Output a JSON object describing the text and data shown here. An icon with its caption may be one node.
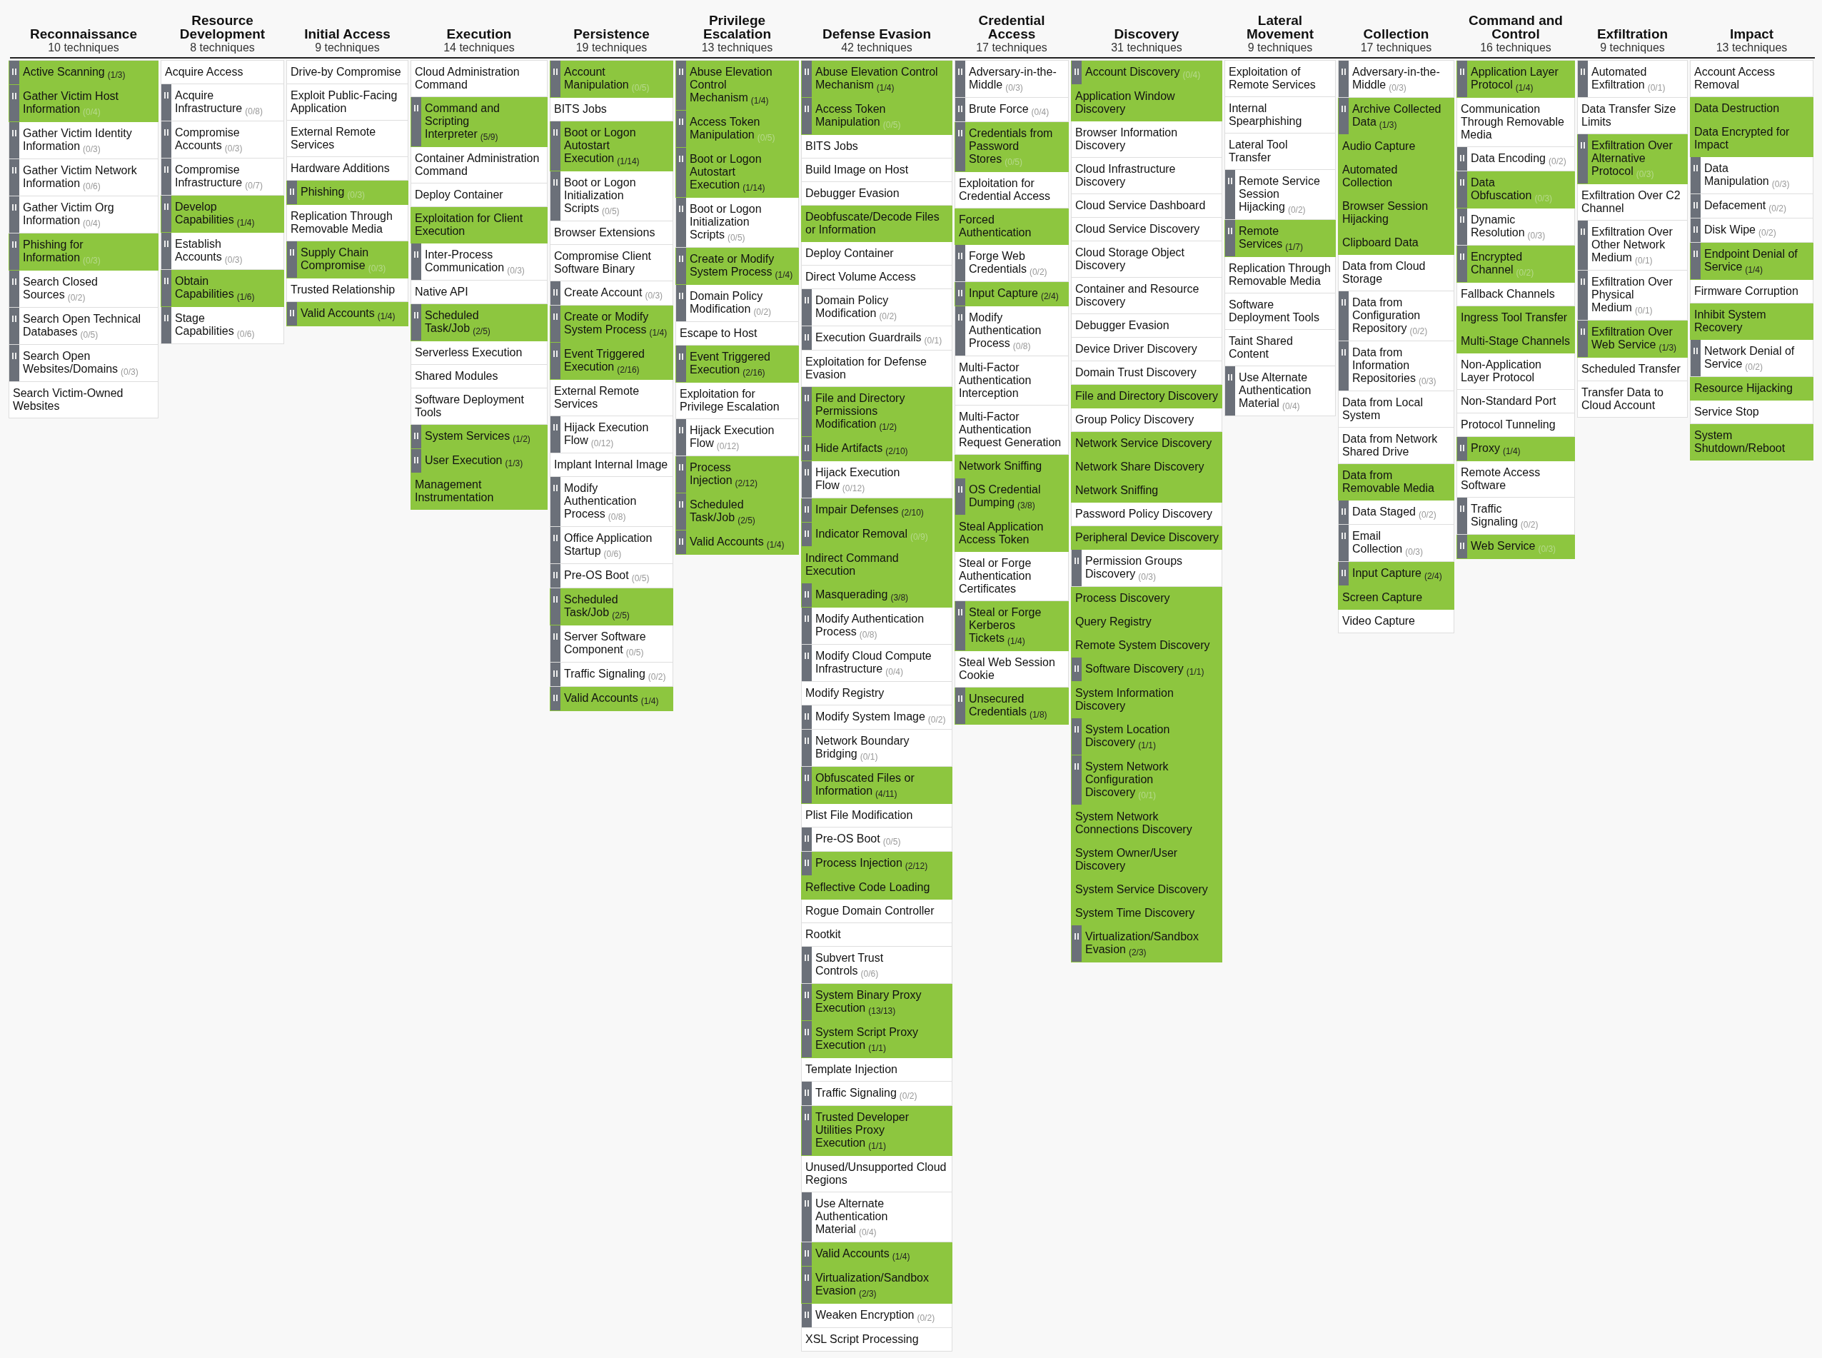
{
  "diagram": {
    "nodes": [
      {
        "text": [
          "Reconnaissance",
          "10 techniques"
        ]
      },
      {
        "text": [
          "Active Scanning",
          "(1/3)"
        ],
        "in": 0
      },
      {
        "text": [
          "Gather Victim Host Information",
          "(0/4)"
        ],
        "in": 0
      },
      {
        "text": [
          "Gather Victim Identity Information",
          "(0/3)"
        ],
        "in": 0
      },
      {
        "text": [
          "Gather Victim Network Information",
          "(0/6)"
        ],
        "in": 0
      },
      {
        "text": [
          "Gather Victim Org Information",
          "(0/4)"
        ],
        "in": 0
      },
      {
        "text": [
          "Phishing for Information",
          "(0/3)"
        ],
        "in": 0
      },
      {
        "text": [
          "Search Closed Sources",
          "(0/2)"
        ],
        "in": 0
      },
      {
        "text": [
          "Search Open Technical Databases",
          "(0/5)"
        ],
        "in": 0
      },
      {
        "text": [
          "Search Open Websites/Domains",
          "(0/3)"
        ],
        "in": 0
      },
      {
        "text": [
          "Search Victim-Owned Websites"
        ],
        "in": 0
      },
      {
        "text": [
          "Resource Development",
          "8 techniques"
        ]
      },
      {
        "text": [
          "Acquire Access"
        ],
        "in": 11
      },
      {
        "text": [
          "Acquire Infrastructure",
          "(0/8)"
        ],
        "in": 11
      },
      {
        "text": [
          "Compromise Accounts",
          "(0/3)"
        ],
        "in": 11
      },
      {
        "text": [
          "Compromise Infrastructure",
          "(0/7)"
        ],
        "in": 11
      },
      {
        "text": [
          "Develop Capabilities",
          "(1/4)"
        ],
        "in": 11
      },
      {
        "text": [
          "Establish Accounts",
          "(0/3)"
        ],
        "in": 11
      },
      {
        "text": [
          "Obtain Capabilities",
          "(1/6)"
        ],
        "in": 11
      },
      {
        "text": [
          "Stage Capabilities",
          "(0/6)"
        ],
        "in": 11
      },
      {
        "text": [
          "Initial Access",
          "9 techniques"
        ]
      },
      {
        "text": [
          "Drive-by Compromise"
        ],
        "in": 20
      },
      {
        "text": [
          "Exploit Public-Facing Application"
        ],
        "in": 20
      },
      {
        "text": [
          "External Remote Services"
        ],
        "in": 20
      },
      {
        "text": [
          "Hardware Additions"
        ],
        "in": 20
      },
      {
        "text": [
          "Phishing",
          "(0/3)"
        ],
        "in": 20
      },
      {
        "text": [
          "Replication Through Removable Media"
        ],
        "in": 20
      },
      {
        "text": [
          "Supply Chain Compromise",
          "(0/3)"
        ],
        "in": 20
      },
      {
        "text": [
          "Trusted Relationship"
        ],
        "in": 20
      },
      {
        "text": [
          "Valid Accounts",
          "(1/4)"
        ],
        "in": 20
      },
      {
        "text": [
          "Execution",
          "14 techniques"
        ]
      },
      {
        "text": [
          "Cloud Administration Command"
        ],
        "in": 30
      },
      {
        "text": [
          "Command and Scripting Interpreter",
          "(5/9)"
        ],
        "in": 30
      },
      {
        "text": [
          "Container Administration Command"
        ],
        "in": 30
      },
      {
        "text": [
          "Deploy Container"
        ],
        "in": 30
      },
      {
        "text": [
          "Exploitation for Client Execution"
        ],
        "in": 30
      },
      {
        "text": [
          "Inter-Process Communication",
          "(0/3)"
        ],
        "in": 30
      },
      {
        "text": [
          "Native API"
        ],
        "in": 30
      },
      {
        "text": [
          "Scheduled Task/Job",
          "(2/5)"
        ],
        "in": 30
      },
      {
        "text": [
          "Serverless Execution"
        ],
        "in": 30
      },
      {
        "text": [
          "Shared Modules"
        ],
        "in": 30
      },
      {
        "text": [
          "Software Deployment Tools"
        ],
        "in": 30
      },
      {
        "text": [
          "System Services",
          "(1/2)"
        ],
        "in": 30
      },
      {
        "text": [
          "User Execution",
          "(1/3)"
        ],
        "in": 30
      },
      {
        "text": [
          "Management Instrumentation"
        ],
        "in": 30
      },
      {
        "text": [
          "Persistence",
          "19 techniques"
        ]
      },
      {
        "text": [
          "Account Manipulation",
          "(0/5)"
        ],
        "in": 45
      },
      {
        "text": [
          "BITS Jobs"
        ],
        "in": 45
      },
      {
        "text": [
          "Boot or Logon Autostart Execution",
          "(1/14)"
        ],
        "in": 45
      },
      {
        "text": [
          "Boot or Logon Initialization Scripts",
          "(0/5)"
        ],
        "in": 45
      },
      {
        "text": [
          "Browser Extensions"
        ],
        "in": 45
      },
      {
        "text": [
          "Compromise Client Software Binary"
        ],
        "in": 45
      },
      {
        "text": [
          "Create Account",
          "(0/3)"
        ],
        "in": 45
      },
      {
        "text": [
          "Create or Modify System Process",
          "(1/4)"
        ],
        "in": 45
      },
      {
        "text": [
          "Event Triggered Execution",
          "(2/16)"
        ],
        "in": 45
      },
      {
        "text": [
          "External Remote Services"
        ],
        "in": 45
      },
      {
        "text": [
          "Hijack Execution Flow",
          "(0/12)"
        ],
        "in": 45
      },
      {
        "text": [
          "Implant Internal Image"
        ],
        "in": 45
      },
      {
        "text": [
          "Modify Authentication Process",
          "(0/8)"
        ],
        "in": 45
      },
      {
        "text": [
          "Office Application Startup",
          "(0/6)"
        ],
        "in": 45
      },
      {
        "text": [
          "Pre-OS Boot",
          "(0/5)"
        ],
        "in": 45
      },
      {
        "text": [
          "Scheduled Task/Job",
          "(2/5)"
        ],
        "in": 45
      },
      {
        "text": [
          "Server Software Component",
          "(0/5)"
        ],
        "in": 45
      },
      {
        "text": [
          "Traffic Signaling",
          "(0/2)"
        ],
        "in": 45
      },
      {
        "text": [
          "Valid Accounts",
          "(1/4)"
        ],
        "in": 45
      },
      {
        "text": [
          "Privilege Escalation",
          "13 techniques"
        ]
      },
      {
        "text": [
          "Abuse Elevation Control Mechanism",
          "(1/4)"
        ],
        "in": 65
      },
      {
        "text": [
          "Access Token Manipulation",
          "(0/5)"
        ],
        "in": 65
      },
      {
        "text": [
          "Boot or Logon Autostart Execution",
          "(1/14)"
        ],
        "in": 65
      },
      {
        "text": [
          "Boot or Logon Initialization Scripts",
          "(0/5)"
        ],
        "in": 65
      },
      {
        "text": [
          "Create or Modify System Process",
          "(1/4)"
        ],
        "in": 65
      },
      {
        "text": [
          "Domain Policy Modification",
          "(0/2)"
        ],
        "in": 65
      },
      {
        "text": [
          "Escape to Host"
        ],
        "in": 65
      },
      {
        "text": [
          "Event Triggered Execution",
          "(2/16)"
        ],
        "in": 65
      },
      {
        "text": [
          "Exploitation for Privilege Escalation"
        ],
        "in": 65
      },
      {
        "text": [
          "Hijack Execution Flow",
          "(0/12)"
        ],
        "in": 65
      },
      {
        "text": [
          "Process Injection",
          "(2/12)"
        ],
        "in": 65
      },
      {
        "text": [
          "Scheduled Task/Job",
          "(2/5)"
        ],
        "in": 65
      },
      {
        "text": [
          "Valid Accounts",
          "(1/4)"
        ],
        "in": 65
      },
      {
        "text": [
          "Defense Evasion",
          "42 techniques"
        ]
      },
      {
        "text": [
          "Abuse Elevation Control Mechanism",
          "(1/4)"
        ],
        "in": 79
      },
      {
        "text": [
          "Access Token Manipulation",
          "(0/5)"
        ],
        "in": 79
      },
      {
        "text": [
          "BITS Jobs"
        ],
        "in": 79
      },
      {
        "text": [
          "Build Image on Host"
        ],
        "in": 79
      },
      {
        "text": [
          "Debugger Evasion"
        ],
        "in": 79
      },
      {
        "text": [
          "Deobfuscate/Decode Files or Information"
        ],
        "in": 79
      },
      {
        "text": [
          "Deploy Container"
        ],
        "in": 79
      },
      {
        "text": [
          "Direct Volume Access"
        ],
        "in": 79
      },
      {
        "text": [
          "Domain Policy Modification",
          "(0/2)"
        ],
        "in": 79
      },
      {
        "text": [
          "Execution Guardrails",
          "(0/1)"
        ],
        "in": 79
      },
      {
        "text": [
          "Exploitation for Defense Evasion"
        ],
        "in": 79
      },
      {
        "text": [
          "File and Directory Permissions Modification",
          "(1/2)"
        ],
        "in": 79
      },
      {
        "text": [
          "Hide Artifacts",
          "(2/10)"
        ],
        "in": 79
      },
      {
        "text": [
          "Hijack Execution Flow",
          "(0/12)"
        ],
        "in": 79
      },
      {
        "text": [
          "Impair Defenses",
          "(2/10)"
        ],
        "in": 79
      },
      {
        "text": [
          "Indicator Removal",
          "(0/9)"
        ],
        "in": 79
      },
      {
        "text": [
          "Indirect Command Execution"
        ],
        "in": 79
      },
      {
        "text": [
          "Masquerading",
          "(3/8)"
        ],
        "in": 79
      },
      {
        "text": [
          "Modify Authentication Process",
          "(0/8)"
        ],
        "in": 79
      },
      {
        "text": [
          "Modify Cloud Compute Infrastructure",
          "(0/4)"
        ],
        "in": 79
      },
      {
        "text": [
          "Modify Registry"
        ],
        "in": 79
      },
      {
        "text": [
          "Modify System Image",
          "(0/2)"
        ],
        "in": 79
      },
      {
        "text": [
          "Network Boundary Bridging",
          "(0/1)"
        ],
        "in": 79
      },
      {
        "text": [
          "Obfuscated Files or Information",
          "(4/11)"
        ],
        "in": 79
      },
      {
        "text": [
          "Plist File Modification"
        ],
        "in": 79
      },
      {
        "text": [
          "Pre-OS Boot",
          "(0/5)"
        ],
        "in": 79
      },
      {
        "text": [
          "Process Injection",
          "(2/12)"
        ],
        "in": 79
      },
      {
        "text": [
          "Reflective Code Loading"
        ],
        "in": 79
      },
      {
        "text": [
          "Rogue Domain Controller"
        ],
        "in": 79
      },
      {
        "text": [
          "Rootkit"
        ],
        "in": 79
      },
      {
        "text": [
          "Subvert Trust Controls",
          "(0/6)"
        ],
        "in": 79
      },
      {
        "text": [
          "System Binary Proxy Execution",
          "(13/13)"
        ],
        "in": 79
      },
      {
        "text": [
          "System Script Proxy Execution",
          "(1/1)"
        ],
        "in": 79
      },
      {
        "text": [
          "Template Injection"
        ],
        "in": 79
      },
      {
        "text": [
          "Traffic Signaling",
          "(0/2)"
        ],
        "in": 79
      },
      {
        "text": [
          "Trusted Developer Utilities Proxy Execution",
          "(1/1)"
        ],
        "in": 79
      },
      {
        "text": [
          "Unused/Unsupported Cloud Regions"
        ],
        "in": 79
      },
      {
        "text": [
          "Use Alternate Authentication Material",
          "(0/4)"
        ],
        "in": 79
      },
      {
        "text": [
          "Valid Accounts",
          "(1/4)"
        ],
        "in": 79
      },
      {
        "text": [
          "Virtualization/Sandbox Evasion",
          "(2/3)"
        ],
        "in": 79
      },
      {
        "text": [
          "Weaken Encryption",
          "(0/2)"
        ],
        "in": 79
      },
      {
        "text": [
          "XSL Script Processing"
        ],
        "in": 79
      },
      {
        "text": [
          "Credential Access",
          "17 techniques"
        ]
      },
      {
        "text": [
          "Adversary-in-the-Middle",
          "(0/3)"
        ],
        "in": 122
      },
      {
        "text": [
          "Brute Force",
          "(0/4)"
        ],
        "in": 122
      },
      {
        "text": [
          "Credentials from Password Stores",
          "(0/5)"
        ],
        "in": 122
      },
      {
        "text": [
          "Exploitation for Credential Access"
        ],
        "in": 122
      },
      {
        "text": [
          "Forced Authentication"
        ],
        "in": 122
      },
      {
        "text": [
          "Forge Web Credentials",
          "(0/2)"
        ],
        "in": 122
      },
      {
        "text": [
          "Input Capture",
          "(2/4)"
        ],
        "in": 122
      },
      {
        "text": [
          "Modify Authentication Process",
          "(0/8)"
        ],
        "in": 122
      },
      {
        "text": [
          "Multi-Factor Authentication Interception"
        ],
        "in": 122
      },
      {
        "text": [
          "Multi-Factor Authentication Request Generation"
        ],
        "in": 122
      },
      {
        "text": [
          "Network Sniffing"
        ],
        "in": 122
      },
      {
        "text": [
          "OS Credential Dumping",
          "(3/8)"
        ],
        "in": 122
      },
      {
        "text": [
          "Steal Application Access Token"
        ],
        "in": 122
      },
      {
        "text": [
          "Steal or Forge Authentication Certificates"
        ],
        "in": 122
      },
      {
        "text": [
          "Steal or Forge Kerberos Tickets",
          "(1/4)"
        ],
        "in": 122
      },
      {
        "text": [
          "Steal Web Session Cookie"
        ],
        "in": 122
      },
      {
        "text": [
          "Unsecured Credentials",
          "(1/8)"
        ],
        "in": 122
      },
      {
        "text": [
          "Discovery",
          "31 techniques"
        ]
      },
      {
        "text": [
          "Account Discovery",
          "(0/4)"
        ],
        "in": 140
      },
      {
        "text": [
          "Application Window Discovery"
        ],
        "in": 140
      },
      {
        "text": [
          "Browser Information Discovery"
        ],
        "in": 140
      },
      {
        "text": [
          "Cloud Infrastructure Discovery"
        ],
        "in": 140
      },
      {
        "text": [
          "Cloud Service Dashboard"
        ],
        "in": 140
      },
      {
        "text": [
          "Cloud Service Discovery"
        ],
        "in": 140
      },
      {
        "text": [
          "Cloud Storage Object Discovery"
        ],
        "in": 140
      },
      {
        "text": [
          "Container and Resource Discovery"
        ],
        "in": 140
      },
      {
        "text": [
          "Debugger Evasion"
        ],
        "in": 140
      },
      {
        "text": [
          "Device Driver Discovery"
        ],
        "in": 140
      },
      {
        "text": [
          "Domain Trust Discovery"
        ],
        "in": 140
      },
      {
        "text": [
          "File and Directory Discovery"
        ],
        "in": 140
      },
      {
        "text": [
          "Group Policy Discovery"
        ],
        "in": 140
      },
      {
        "text": [
          "Network Service Discovery"
        ],
        "in": 140
      },
      {
        "text": [
          "Network Share Discovery"
        ],
        "in": 140
      },
      {
        "text": [
          "Network Sniffing"
        ],
        "in": 140
      },
      {
        "text": [
          "Password Policy Discovery"
        ],
        "in": 140
      },
      {
        "text": [
          "Peripheral Device Discovery"
        ],
        "in": 140
      },
      {
        "text": [
          "Permission Groups Discovery",
          "(0/3)"
        ],
        "in": 140
      },
      {
        "text": [
          "Process Discovery"
        ],
        "in": 140
      },
      {
        "text": [
          "Query Registry"
        ],
        "in": 140
      },
      {
        "text": [
          "Remote System Discovery"
        ],
        "in": 140
      },
      {
        "text": [
          "Software Discovery",
          "(1/1)"
        ],
        "in": 140
      },
      {
        "text": [
          "System Information Discovery"
        ],
        "in": 140
      },
      {
        "text": [
          "System Location Discovery",
          "(1/1)"
        ],
        "in": 140
      },
      {
        "text": [
          "System Network Configuration Discovery",
          "(0/1)"
        ],
        "in": 140
      },
      {
        "text": [
          "System Network Connections Discovery"
        ],
        "in": 140
      },
      {
        "text": [
          "System Owner/User Discovery"
        ],
        "in": 140
      },
      {
        "text": [
          "System Service Discovery"
        ],
        "in": 140
      },
      {
        "text": [
          "System Time Discovery"
        ],
        "in": 140
      },
      {
        "text": [
          "Virtualization/Sandbox Evasion",
          "(2/3)"
        ],
        "in": 140
      },
      {
        "text": [
          "Lateral Movement",
          "9 techniques"
        ]
      },
      {
        "text": [
          "Exploitation of Remote Services"
        ],
        "in": 172
      },
      {
        "text": [
          "Internal Spearphishing"
        ],
        "in": 172
      },
      {
        "text": [
          "Lateral Tool Transfer"
        ],
        "in": 172
      },
      {
        "text": [
          "Remote Service Session Hijacking",
          "(0/2)"
        ],
        "in": 172
      },
      {
        "text": [
          "Remote Services",
          "(1/7)"
        ],
        "in": 172
      },
      {
        "text": [
          "Replication Through Removable Media"
        ],
        "in": 172
      },
      {
        "text": [
          "Software Deployment Tools"
        ],
        "in": 172
      },
      {
        "text": [
          "Taint Shared Content"
        ],
        "in": 172
      },
      {
        "text": [
          "Use Alternate Authentication Material",
          "(0/4)"
        ],
        "in": 172
      },
      {
        "text": [
          "Collection",
          "17 techniques"
        ]
      },
      {
        "text": [
          "Adversary-in-the-Middle",
          "(0/3)"
        ],
        "in": 182
      },
      {
        "text": [
          "Archive Collected Data",
          "(1/3)"
        ],
        "in": 182
      },
      {
        "text": [
          "Audio Capture"
        ],
        "in": 182
      },
      {
        "text": [
          "Automated Collection"
        ],
        "in": 182
      },
      {
        "text": [
          "Browser Session Hijacking"
        ],
        "in": 182
      },
      {
        "text": [
          "Clipboard Data"
        ],
        "in": 182
      },
      {
        "text": [
          "Data from Cloud Storage"
        ],
        "in": 182
      },
      {
        "text": [
          "Data from Configuration Repository",
          "(0/2)"
        ],
        "in": 182
      },
      {
        "text": [
          "Data from Information Repositories",
          "(0/3)"
        ],
        "in": 182
      },
      {
        "text": [
          "Data from Local System"
        ],
        "in": 182
      },
      {
        "text": [
          "Data from Network Shared Drive"
        ],
        "in": 182
      },
      {
        "text": [
          "Data from Removable Media"
        ],
        "in": 182
      },
      {
        "text": [
          "Data Staged",
          "(0/2)"
        ],
        "in": 182
      },
      {
        "text": [
          "Email Collection",
          "(0/3)"
        ],
        "in": 182
      },
      {
        "text": [
          "Input Capture",
          "(2/4)"
        ],
        "in": 182
      },
      {
        "text": [
          "Screen Capture"
        ],
        "in": 182
      },
      {
        "text": [
          "Video Capture"
        ],
        "in": 182
      },
      {
        "text": [
          "Command and Control",
          "16 techniques"
        ]
      },
      {
        "text": [
          "Application Layer Protocol",
          "(1/4)"
        ],
        "in": 200
      },
      {
        "text": [
          "Communication Through Removable Media"
        ],
        "in": 200
      },
      {
        "text": [
          "Data Encoding",
          "(0/2)"
        ],
        "in": 200
      },
      {
        "text": [
          "Data Obfuscation",
          "(0/3)"
        ],
        "in": 200
      },
      {
        "text": [
          "Dynamic Resolution",
          "(0/3)"
        ],
        "in": 200
      },
      {
        "text": [
          "Encrypted Channel",
          "(0/2)"
        ],
        "in": 200
      },
      {
        "text": [
          "Fallback Channels"
        ],
        "in": 200
      },
      {
        "text": [
          "Ingress Tool Transfer"
        ],
        "in": 200
      },
      {
        "text": [
          "Multi-Stage Channels"
        ],
        "in": 200
      },
      {
        "text": [
          "Non-Application Layer Protocol"
        ],
        "in": 200
      },
      {
        "text": [
          "Non-Standard Port"
        ],
        "in": 200
      },
      {
        "text": [
          "Protocol Tunneling"
        ],
        "in": 200
      },
      {
        "text": [
          "Proxy",
          "(1/4)"
        ],
        "in": 200
      },
      {
        "text": [
          "Remote Access Software"
        ],
        "in": 200
      },
      {
        "text": [
          "Traffic Signaling",
          "(0/2)"
        ],
        "in": 200
      },
      {
        "text": [
          "Web Service",
          "(0/3)"
        ],
        "in": 200
      },
      {
        "text": [
          "Exfiltration",
          "9 techniques"
        ]
      },
      {
        "text": [
          "Automated Exfiltration",
          "(0/1)"
        ],
        "in": 217
      },
      {
        "text": [
          "Data Transfer Size Limits"
        ],
        "in": 217
      },
      {
        "text": [
          "Exfiltration Over Alternative Protocol",
          "(0/3)"
        ],
        "in": 217
      },
      {
        "text": [
          "Exfiltration Over C2 Channel"
        ],
        "in": 217
      },
      {
        "text": [
          "Exfiltration Over Other Network Medium",
          "(0/1)"
        ],
        "in": 217
      },
      {
        "text": [
          "Exfiltration Over Physical Medium",
          "(0/1)"
        ],
        "in": 217
      },
      {
        "text": [
          "Exfiltration Over Web Service",
          "(1/3)"
        ],
        "in": 217
      },
      {
        "text": [
          "Scheduled Transfer"
        ],
        "in": 217
      },
      {
        "text": [
          "Transfer Data to Cloud Account"
        ],
        "in": 217
      },
      {
        "text": [
          "Impact",
          "13 techniques"
        ]
      },
      {
        "text": [
          "Account Access Removal"
        ],
        "in": 227
      },
      {
        "text": [
          "Data Destruction"
        ],
        "in": 227
      },
      {
        "text": [
          "Data Encrypted for Impact"
        ],
        "in": 227
      },
      {
        "text": [
          "Data Manipulation",
          "(0/3)"
        ],
        "in": 227
      },
      {
        "text": [
          "Defacement",
          "(0/2)"
        ],
        "in": 227
      },
      {
        "text": [
          "Disk Wipe",
          "(0/2)"
        ],
        "in": 227
      },
      {
        "text": [
          "Endpoint Denial of Service",
          "(1/4)"
        ],
        "in": 227
      },
      {
        "text": [
          "Firmware Corruption"
        ],
        "in": 227
      },
      {
        "text": [
          "Inhibit System Recovery"
        ],
        "in": 227
      },
      {
        "text": [
          "Network Denial of Service",
          "(0/2)"
        ],
        "in": 227
      },
      {
        "text": [
          "Resource Hijacking"
        ],
        "in": 227
      },
      {
        "text": [
          "Service Stop"
        ],
        "in": 227
      },
      {
        "text": [
          "System Shutdown/Reboot"
        ],
        "in": 227
      }
    ]
  }
}
